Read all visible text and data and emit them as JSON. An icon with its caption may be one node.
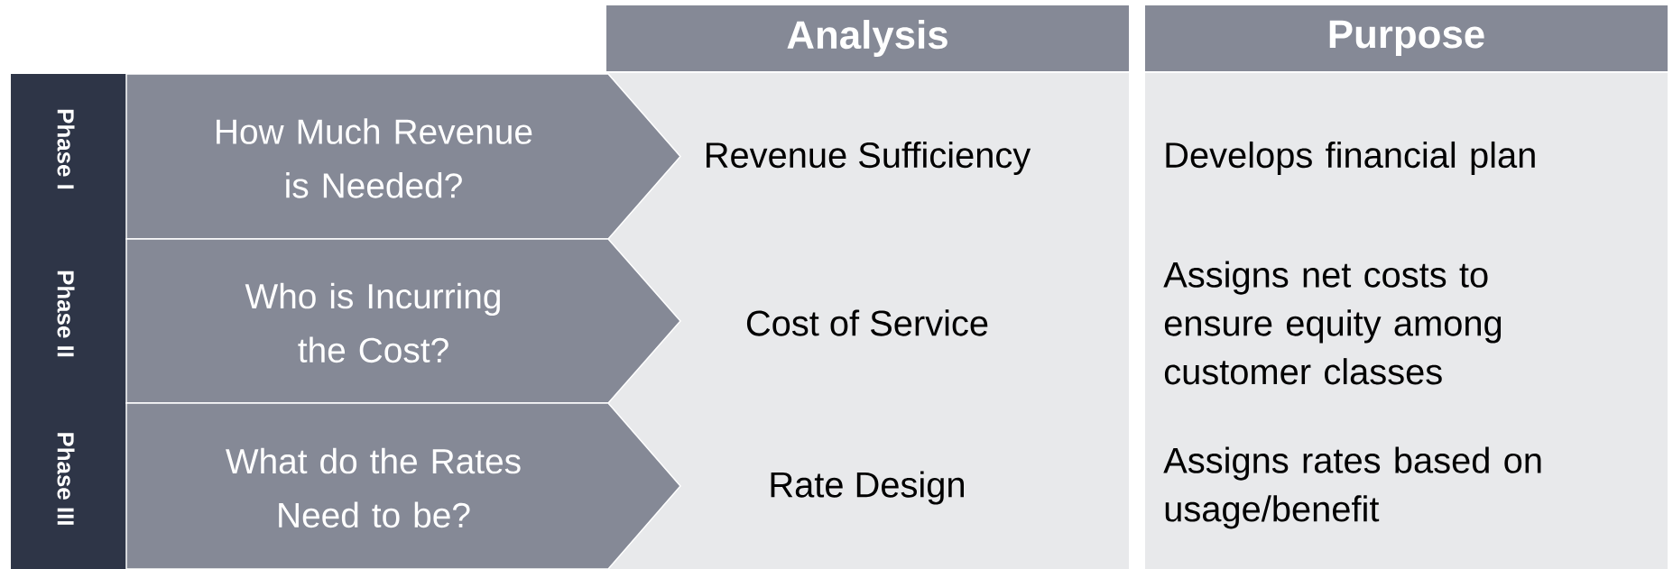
{
  "diagram": {
    "nodes": [
      {
        "text": [
          "Analysis"
        ]
      },
      {
        "text": [
          "Purpose"
        ]
      },
      {
        "text": [
          "Phase I",
          "Phase II",
          "Phase III"
        ]
      },
      {
        "text": [
          "How Much Revenue is Needed?"
        ]
      },
      {
        "text": [
          "Who is Incurring the Cost?"
        ]
      },
      {
        "text": [
          "What do the Rates Need to be?"
        ]
      },
      {
        "text": [
          "Revenue Sufficiency",
          "Cost of Service",
          "Rate Design"
        ]
      },
      {
        "text": [
          "Develops financial plan",
          "Assigns net costs to ensure equity among customer classes",
          "Assigns rates based on usage/benefit"
        ]
      }
    ]
  }
}
